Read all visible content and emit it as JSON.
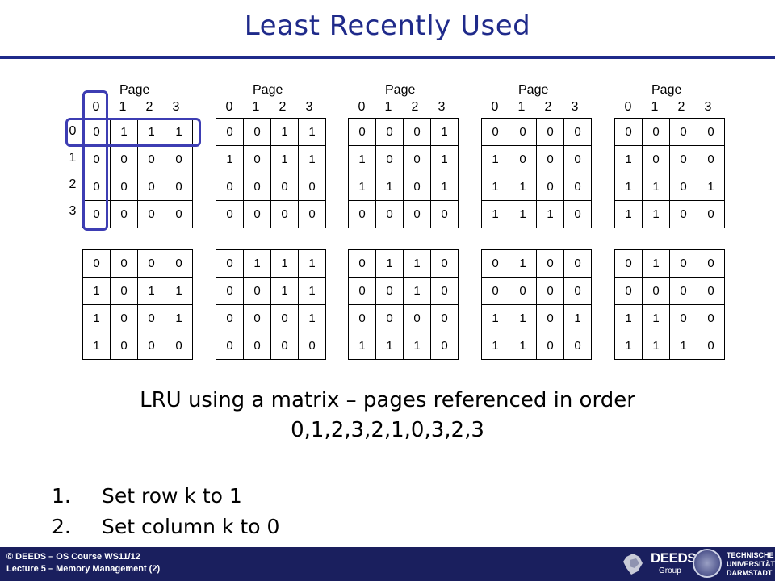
{
  "title": "Least Recently Used",
  "page_label": "Page",
  "column_labels": [
    "0",
    "1",
    "2",
    "3"
  ],
  "row_labels": [
    "0",
    "1",
    "2",
    "3"
  ],
  "matrices": [
    [
      [
        "0",
        "1",
        "1",
        "1"
      ],
      [
        "0",
        "0",
        "0",
        "0"
      ],
      [
        "0",
        "0",
        "0",
        "0"
      ],
      [
        "0",
        "0",
        "0",
        "0"
      ]
    ],
    [
      [
        "0",
        "0",
        "1",
        "1"
      ],
      [
        "1",
        "0",
        "1",
        "1"
      ],
      [
        "0",
        "0",
        "0",
        "0"
      ],
      [
        "0",
        "0",
        "0",
        "0"
      ]
    ],
    [
      [
        "0",
        "0",
        "0",
        "1"
      ],
      [
        "1",
        "0",
        "0",
        "1"
      ],
      [
        "1",
        "1",
        "0",
        "1"
      ],
      [
        "0",
        "0",
        "0",
        "0"
      ]
    ],
    [
      [
        "0",
        "0",
        "0",
        "0"
      ],
      [
        "1",
        "0",
        "0",
        "0"
      ],
      [
        "1",
        "1",
        "0",
        "0"
      ],
      [
        "1",
        "1",
        "1",
        "0"
      ]
    ],
    [
      [
        "0",
        "0",
        "0",
        "0"
      ],
      [
        "1",
        "0",
        "0",
        "0"
      ],
      [
        "1",
        "1",
        "0",
        "1"
      ],
      [
        "1",
        "1",
        "0",
        "0"
      ]
    ],
    [
      [
        "0",
        "0",
        "0",
        "0"
      ],
      [
        "1",
        "0",
        "1",
        "1"
      ],
      [
        "1",
        "0",
        "0",
        "1"
      ],
      [
        "1",
        "0",
        "0",
        "0"
      ]
    ],
    [
      [
        "0",
        "1",
        "1",
        "1"
      ],
      [
        "0",
        "0",
        "1",
        "1"
      ],
      [
        "0",
        "0",
        "0",
        "1"
      ],
      [
        "0",
        "0",
        "0",
        "0"
      ]
    ],
    [
      [
        "0",
        "1",
        "1",
        "0"
      ],
      [
        "0",
        "0",
        "1",
        "0"
      ],
      [
        "0",
        "0",
        "0",
        "0"
      ],
      [
        "1",
        "1",
        "1",
        "0"
      ]
    ],
    [
      [
        "0",
        "1",
        "0",
        "0"
      ],
      [
        "0",
        "0",
        "0",
        "0"
      ],
      [
        "1",
        "1",
        "0",
        "1"
      ],
      [
        "1",
        "1",
        "0",
        "0"
      ]
    ],
    [
      [
        "0",
        "1",
        "0",
        "0"
      ],
      [
        "0",
        "0",
        "0",
        "0"
      ],
      [
        "1",
        "1",
        "0",
        "0"
      ],
      [
        "1",
        "1",
        "1",
        "0"
      ]
    ]
  ],
  "caption": {
    "line1": "LRU using a matrix – pages referenced in order",
    "line2": "0,1,2,3,2,1,0,3,2,3"
  },
  "steps": [
    {
      "number": "1.",
      "text": "Set row k to 1"
    },
    {
      "number": "2.",
      "text": "Set column k to 0"
    }
  ],
  "footer": {
    "line1": "© DEEDS – OS Course WS11/12",
    "line2": "Lecture 5 – Memory Management (2)",
    "deeds_logo": "DEEDS",
    "deeds_sub": "Group",
    "tu_line1": "TECHNISCHE",
    "tu_line2": "UNIVERSITÄT",
    "tu_line3": "DARMSTADT"
  },
  "colors": {
    "title": "#1f2a8a",
    "highlight": "#3d3db3",
    "footer_bg": "#1a1f5e"
  }
}
